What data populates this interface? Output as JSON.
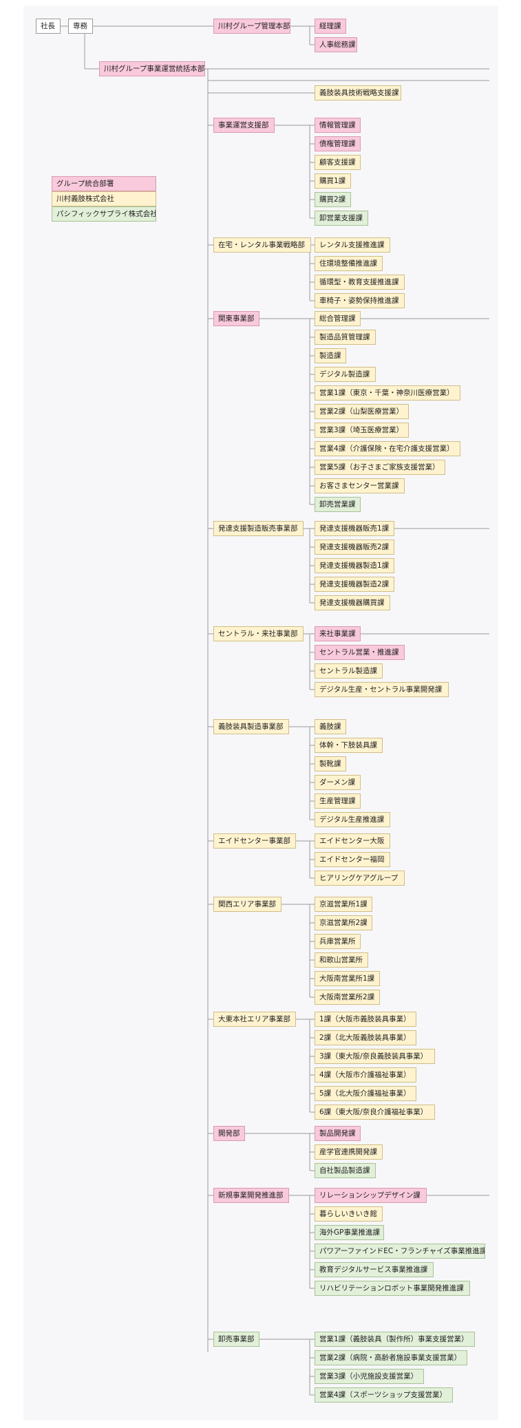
{
  "legend": [
    {
      "label": "グループ統合部署",
      "type": "g"
    },
    {
      "label": "川村義肢株式会社",
      "type": "k"
    },
    {
      "label": "パシフィックサプライ株式会社",
      "type": "p"
    }
  ],
  "top": {
    "president": "社長",
    "director": "専務",
    "mgmt_hq": "川村グループ管理本部",
    "mgmt_children": [
      {
        "label": "経理課",
        "type": "g"
      },
      {
        "label": "人事総務課",
        "type": "g"
      }
    ],
    "ops_hq": "川村グループ事業運営統括本部",
    "tech_dept": "義肢装具技術戦略支援課"
  },
  "departments": [
    {
      "label": "事業運営支援部",
      "type": "g",
      "continues": false,
      "children": [
        {
          "label": "情報管理課",
          "type": "g"
        },
        {
          "label": "債権管理課",
          "type": "g"
        },
        {
          "label": "顧客支援課",
          "type": "k"
        },
        {
          "label": "購買1課",
          "type": "k"
        },
        {
          "label": "購買2課",
          "type": "p"
        },
        {
          "label": "卸営業支援課",
          "type": "p"
        }
      ]
    },
    {
      "label": "在宅・レンタル事業戦略部",
      "type": "k",
      "continues": false,
      "children": [
        {
          "label": "レンタル支援推進課",
          "type": "k"
        },
        {
          "label": "住環境整備推進課",
          "type": "k"
        },
        {
          "label": "循環型・教育支援推進課",
          "type": "k"
        },
        {
          "label": "車椅子・姿勢保持推進課",
          "type": "k"
        }
      ]
    },
    {
      "label": "関東事業部",
      "type": "g",
      "continues": true,
      "children": [
        {
          "label": "総合管理課",
          "type": "k"
        },
        {
          "label": "製造品質管理課",
          "type": "k"
        },
        {
          "label": "製造課",
          "type": "k"
        },
        {
          "label": "デジタル製造課",
          "type": "k"
        },
        {
          "label": "営業1課（東京・千葉・神奈川医療営業）",
          "type": "k"
        },
        {
          "label": "営業2課（山梨医療営業）",
          "type": "k"
        },
        {
          "label": "営業3課（埼玉医療営業）",
          "type": "k"
        },
        {
          "label": "営業4課（介護保険・在宅介護支援営業）",
          "type": "k"
        },
        {
          "label": "営業5課（お子さまご家族支援営業）",
          "type": "k"
        },
        {
          "label": "お客さまセンター営業課",
          "type": "k"
        },
        {
          "label": "卸売営業課",
          "type": "p"
        }
      ]
    },
    {
      "label": "発達支援製造販売事業部",
      "type": "k",
      "continues": true,
      "children": [
        {
          "label": "発達支援機器販売1課",
          "type": "k"
        },
        {
          "label": "発達支援機器販売2課",
          "type": "k"
        },
        {
          "label": "発達支援機器製造1課",
          "type": "k"
        },
        {
          "label": "発達支援機器製造2課",
          "type": "k"
        },
        {
          "label": "発達支援機器購買課",
          "type": "k"
        }
      ]
    },
    {
      "label": "セントラル・来社事業部",
      "type": "k",
      "continues": true,
      "children": [
        {
          "label": "来社事業課",
          "type": "g"
        },
        {
          "label": "セントラル営業・推進課",
          "type": "g"
        },
        {
          "label": "セントラル製造課",
          "type": "k"
        },
        {
          "label": "デジタル生産・セントラル事業開発課",
          "type": "k"
        }
      ]
    },
    {
      "label": "義肢装具製造事業部",
      "type": "k",
      "continues": false,
      "children": [
        {
          "label": "義肢課",
          "type": "k"
        },
        {
          "label": "体幹・下肢装具課",
          "type": "k"
        },
        {
          "label": "製靴課",
          "type": "k"
        },
        {
          "label": "ダーメン課",
          "type": "k"
        },
        {
          "label": "生産管理課",
          "type": "k"
        },
        {
          "label": "デジタル生産推進課",
          "type": "k"
        }
      ]
    },
    {
      "label": "エイドセンター事業部",
      "type": "k",
      "continues": false,
      "children": [
        {
          "label": "エイドセンター大阪",
          "type": "k"
        },
        {
          "label": "エイドセンター福岡",
          "type": "k"
        },
        {
          "label": "ヒアリングケアグループ",
          "type": "k"
        }
      ]
    },
    {
      "label": "関西エリア事業部",
      "type": "k",
      "continues": false,
      "children": [
        {
          "label": "京滋営業所1課",
          "type": "k"
        },
        {
          "label": "京滋営業所2課",
          "type": "k"
        },
        {
          "label": "兵庫営業所",
          "type": "k"
        },
        {
          "label": "和歌山営業所",
          "type": "k"
        },
        {
          "label": "大阪南営業所1課",
          "type": "k"
        },
        {
          "label": "大阪南営業所2課",
          "type": "k"
        }
      ]
    },
    {
      "label": "大東本社エリア事業部",
      "type": "k",
      "continues": false,
      "children": [
        {
          "label": "1課（大阪市義肢装具事業）",
          "type": "k"
        },
        {
          "label": "2課（北大阪義肢装具事業）",
          "type": "k"
        },
        {
          "label": "3課（東大阪/奈良義肢装具事業）",
          "type": "k"
        },
        {
          "label": "4課（大阪市介護福祉事業）",
          "type": "k"
        },
        {
          "label": "5課（北大阪介護福祉事業）",
          "type": "k"
        },
        {
          "label": "6課（東大阪/奈良介護福祉事業）",
          "type": "k"
        }
      ]
    },
    {
      "label": "開発部",
      "type": "g",
      "continues": false,
      "children": [
        {
          "label": "製品開発課",
          "type": "g"
        },
        {
          "label": "産学官連携開発課",
          "type": "k"
        },
        {
          "label": "自社製品製造課",
          "type": "p"
        }
      ]
    },
    {
      "label": "新規事業開発推進部",
      "type": "g",
      "continues": true,
      "children": [
        {
          "label": "リレーションシップデザイン課",
          "type": "g"
        },
        {
          "label": "暮らしいきいき館",
          "type": "k"
        },
        {
          "label": "海外GP事業推進課",
          "type": "p"
        },
        {
          "label": "パワアーファインドEC・フランチャイズ事業推進課",
          "type": "p"
        },
        {
          "label": "教育デジタルサービス事業推進課",
          "type": "p"
        },
        {
          "label": "リハビリテーションロボット事業開発推進課",
          "type": "p"
        }
      ]
    },
    {
      "label": "卸売事業部",
      "type": "p",
      "continues": false,
      "children": [
        {
          "label": "営業1課（義肢装具（製作所）事業支援営業）",
          "type": "p"
        },
        {
          "label": "営業2課（病院・高齢者施設事業支援営業）",
          "type": "p"
        },
        {
          "label": "営業3課（小児施設支援営業）",
          "type": "p"
        },
        {
          "label": "営業4課（スポーツショップ支援営業）",
          "type": "p"
        }
      ]
    }
  ]
}
